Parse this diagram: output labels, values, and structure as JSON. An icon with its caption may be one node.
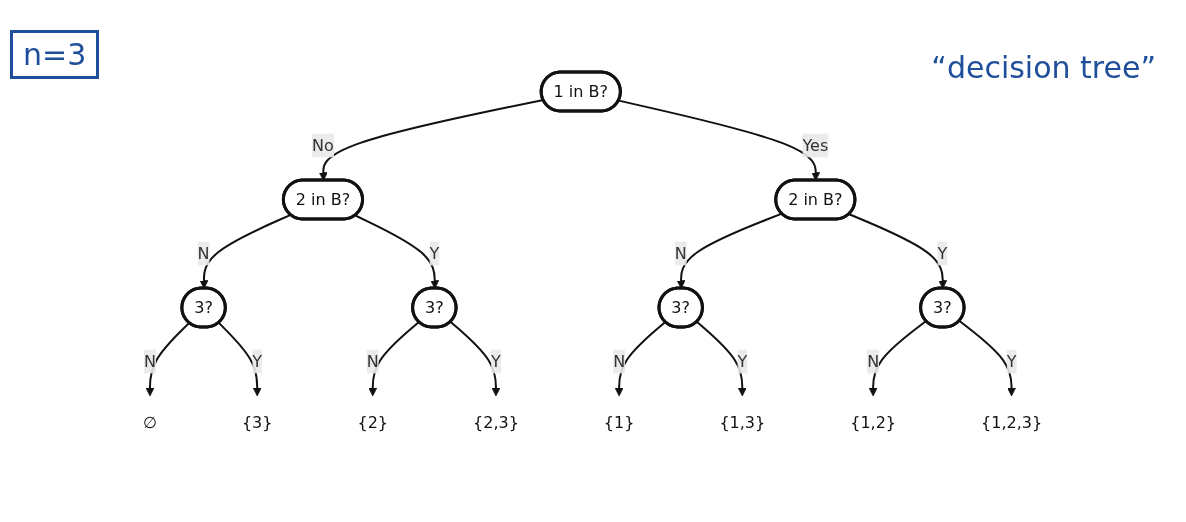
{
  "diagram": {
    "nodes": [
      {
        "text": [
          "1 in B?"
        ]
      },
      {
        "text": [
          "2 in B?"
        ]
      },
      {
        "text": [
          "2 in B?"
        ]
      },
      {
        "text": [
          "3?"
        ]
      },
      {
        "text": [
          "3?"
        ]
      },
      {
        "text": [
          "3?"
        ]
      },
      {
        "text": [
          "3?"
        ]
      },
      {
        "text": [
          "∅"
        ]
      },
      {
        "text": [
          "{3}"
        ]
      },
      {
        "text": [
          "{2}"
        ]
      },
      {
        "text": [
          "{2,3}"
        ]
      },
      {
        "text": [
          "{1}"
        ]
      },
      {
        "text": [
          "{1,3}"
        ]
      },
      {
        "text": [
          "{1,2}"
        ]
      },
      {
        "text": [
          "{1,2,3}"
        ]
      }
    ],
    "edges": [
      {
        "from": 0,
        "to": 1,
        "arrow": "to",
        "label": "No"
      },
      {
        "from": 0,
        "to": 2,
        "arrow": "to",
        "label": "Yes"
      },
      {
        "from": 1,
        "to": 3,
        "arrow": "to",
        "label": "N"
      },
      {
        "from": 1,
        "to": 4,
        "arrow": "to",
        "label": "Y"
      },
      {
        "from": 2,
        "to": 5,
        "arrow": "to",
        "label": "N"
      },
      {
        "from": 2,
        "to": 6,
        "arrow": "to",
        "label": "Y"
      },
      {
        "from": 3,
        "to": 7,
        "arrow": "to",
        "label": "N"
      },
      {
        "from": 3,
        "to": 8,
        "arrow": "to",
        "label": "Y"
      },
      {
        "from": 4,
        "to": 9,
        "arrow": "to",
        "label": "N"
      },
      {
        "from": 4,
        "to": 10,
        "arrow": "to",
        "label": "Y"
      },
      {
        "from": 5,
        "to": 11,
        "arrow": "to",
        "label": "N"
      },
      {
        "from": 5,
        "to": 12,
        "arrow": "to",
        "label": "Y"
      },
      {
        "from": 6,
        "to": 13,
        "arrow": "to",
        "label": "N"
      },
      {
        "from": 6,
        "to": 14,
        "arrow": "to",
        "label": "Y"
      }
    ],
    "labels": [
      "n=3",
      "“decision tree”"
    ]
  }
}
